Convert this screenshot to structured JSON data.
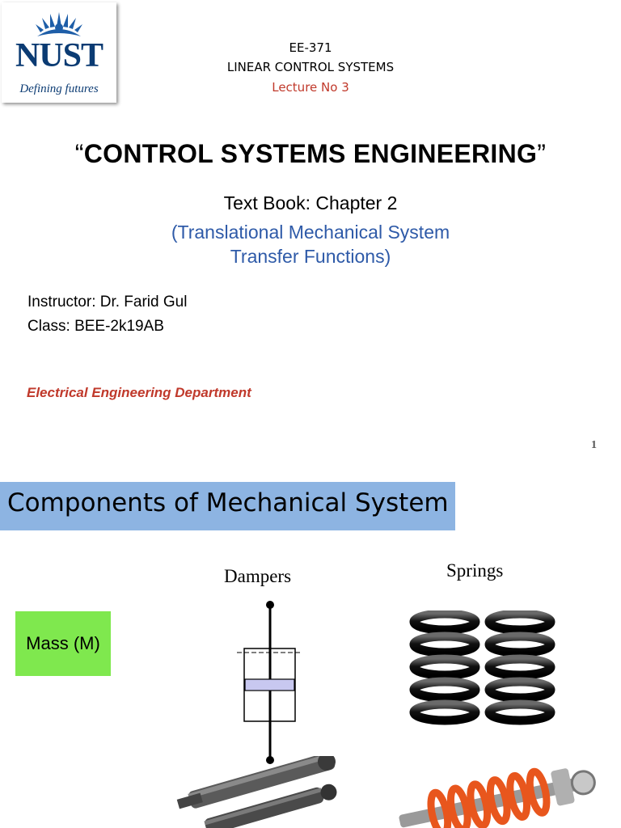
{
  "slide1": {
    "logo": {
      "name": "NUST",
      "tagline": "Defining futures"
    },
    "course_code": "EE-371",
    "course_name": "LINEAR CONTROL SYSTEMS",
    "lecture": "Lecture  No 3",
    "title_open_quote": "“",
    "title": "CONTROL SYSTEMS ENGINEERING",
    "title_close_quote": "”",
    "textbook": "Text Book: Chapter 2",
    "subtitle_line1": "(Translational Mechanical System",
    "subtitle_line2": "Transfer Functions)",
    "instructor": "Instructor: Dr. Farid Gul",
    "class": "Class: BEE-2k19AB",
    "department": "Electrical  Engineering Department",
    "page_number": "1"
  },
  "slide2": {
    "title": "Components of Mechanical System",
    "mass_label": "Mass (M)",
    "dampers_label": "Dampers",
    "springs_label": "Springs"
  },
  "colors": {
    "title_bar": "#8db4e2",
    "mass_box": "#7fe84e",
    "lecture_red": "#c0392b",
    "subtitle_blue": "#2e5aa8",
    "logo_navy": "#0b3b73"
  }
}
